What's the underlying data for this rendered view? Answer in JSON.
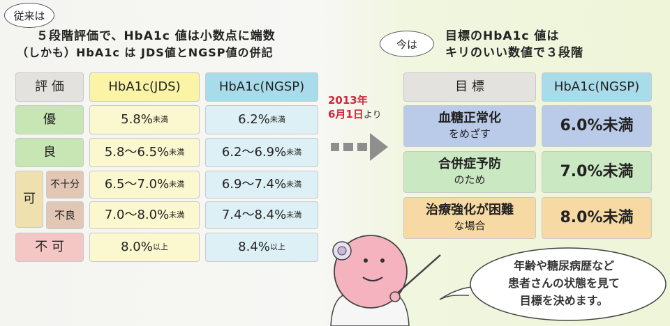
{
  "left": {
    "tag": "従来は",
    "headline_line1": "５段階評価で、HbA1c 値は小数点に端数",
    "headline_line2": "（しかも）HbA1c は JDS値とNGSP値の併記",
    "header": {
      "label": "評 価",
      "jds": "HbA1c(JDS)",
      "ngsp": "HbA1c(NGSP)"
    },
    "rows": [
      {
        "label": "優",
        "jds": "5.8%",
        "jds_unit": "未満",
        "ngsp": "6.2%",
        "ngsp_unit": "未満"
      },
      {
        "label": "良",
        "jds": "5.8〜6.5%",
        "jds_unit": "未満",
        "ngsp": "6.2〜6.9%",
        "ngsp_unit": "未満"
      },
      {
        "label": "不十分",
        "jds": "6.5〜7.0%",
        "jds_unit": "未満",
        "ngsp": "6.9〜7.4%",
        "ngsp_unit": "未満"
      },
      {
        "label": "不良",
        "jds": "7.0〜8.0%",
        "jds_unit": "未満",
        "ngsp": "7.4〜8.4%",
        "ngsp_unit": "未満"
      },
      {
        "label": "不 可",
        "jds": "8.0%",
        "jds_unit": "以上",
        "ngsp": "8.4%",
        "ngsp_unit": "以上"
      }
    ],
    "group_label": "可"
  },
  "transition": {
    "line1": "2013年",
    "line2": "6月1日",
    "suffix": "より"
  },
  "right": {
    "tag": "今は",
    "headline_line1": "目標のHbA1c 値は",
    "headline_line2": "キリのいい数値で３段階",
    "header": {
      "label": "目 標",
      "ngsp": "HbA1c(NGSP)"
    },
    "rows": [
      {
        "label_line1": "血糖正常化",
        "label_line2": "をめざす",
        "value": "6.0%未満"
      },
      {
        "label_line1": "合併症予防",
        "label_line2": "のため",
        "value": "7.0%未満"
      },
      {
        "label_line1": "治療強化が困難",
        "label_line2": "な場合",
        "value": "8.0%未満"
      }
    ]
  },
  "speech": {
    "line1": "年齢や糖尿病歴など",
    "line2": "患者さんの状態を見て",
    "line3": "目標を決めます。"
  }
}
